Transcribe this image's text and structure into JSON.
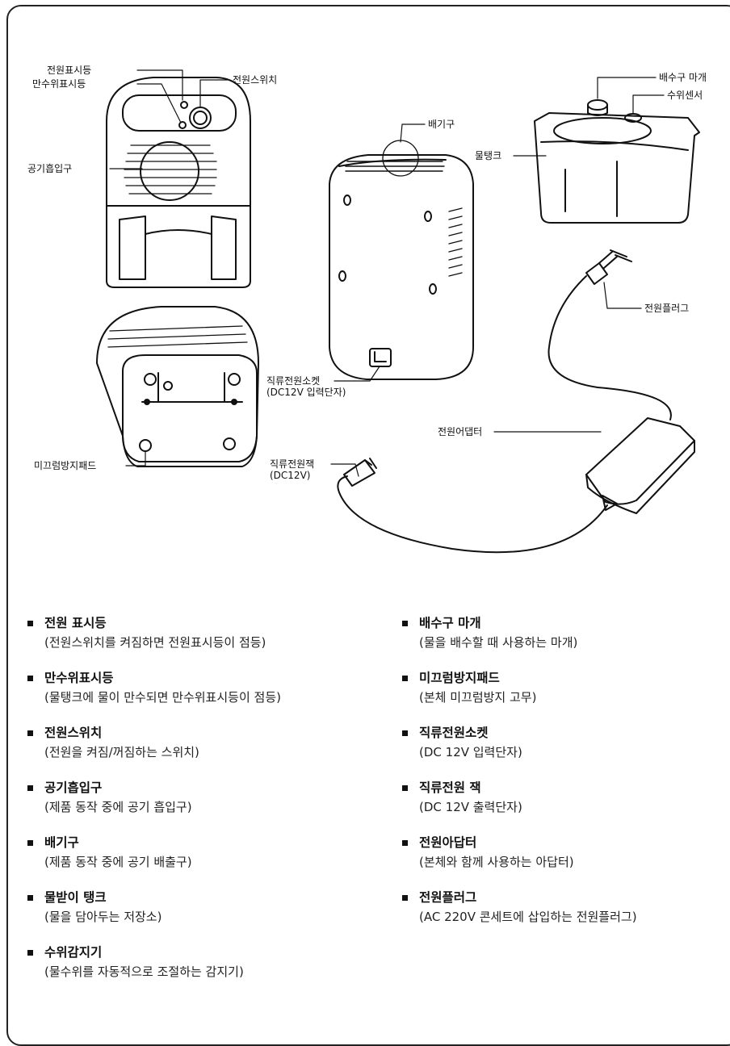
{
  "callouts": {
    "power_indicator": "전원표시등",
    "full_water_indicator": "만수위표시등",
    "power_switch": "전원스위치",
    "air_intake": "공기흡입구",
    "exhaust": "배기구",
    "drain_cap": "배수구 마개",
    "water_sensor": "수위센서",
    "water_tank": "물탱크",
    "power_plug": "전원플러그",
    "dc_socket": "직류전원소켓\n(DC12V 입력단자)",
    "anti_slip_pad": "미끄럼방지패드",
    "dc_jack": "직류전원잭\n(DC12V)",
    "power_adapter": "전원어댑터"
  },
  "parts_left": [
    {
      "name": "전원 표시등",
      "desc": "(전원스위치를 켜짐하면 전원표시등이 점등)"
    },
    {
      "name": "만수위표시등",
      "desc": "(물탱크에 물이 만수되면 만수위표시등이 점등)"
    },
    {
      "name": "전원스위치",
      "desc": "(전원을 켜짐/꺼짐하는 스위치)"
    },
    {
      "name": "공기흡입구",
      "desc": "(제품 동작 중에 공기 흡입구)"
    },
    {
      "name": "배기구",
      "desc": "(제품 동작 중에 공기 배출구)"
    },
    {
      "name": "물받이 탱크",
      "desc": "(물을 담아두는 저장소)"
    },
    {
      "name": "수위감지기",
      "desc": "(물수위를 자동적으로 조절하는 감지기)"
    }
  ],
  "parts_right": [
    {
      "name": "배수구 마개",
      "desc": "(물을 배수할 때 사용하는 마개)"
    },
    {
      "name": "미끄럼방지패드",
      "desc": "(본체 미끄럼방지 고무)"
    },
    {
      "name": "직류전원소켓",
      "desc": "(DC 12V 입력단자)"
    },
    {
      "name": "직류전원 잭",
      "desc": "(DC 12V 출력단자)"
    },
    {
      "name": "전원아답터",
      "desc": "(본체와 함께 사용하는 아답터)"
    },
    {
      "name": "전원플러그",
      "desc": "(AC 220V 콘세트에 삽입하는 전원플러그)"
    }
  ]
}
